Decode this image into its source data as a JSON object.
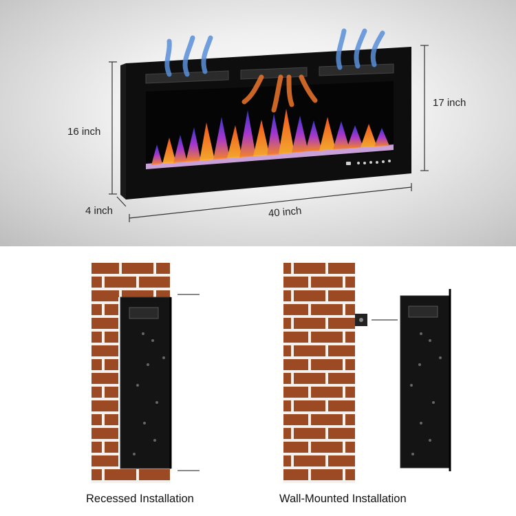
{
  "dimensions": {
    "height_left": "16 inch",
    "height_right": "17 inch",
    "depth": "4 inch",
    "width": "40 inch"
  },
  "captions": {
    "recessed": "Recessed Installation",
    "wall_mounted": "Wall-Mounted Installation"
  },
  "colors": {
    "brick": "#9b4a24",
    "mortar": "#f4f1ec",
    "fireplace_body": "#0e0e0e",
    "heat_arrow_blue": "#5a8fd8",
    "heat_arrow_orange": "#e0702a"
  },
  "icons": [
    "heat-arrow-icon",
    "control-panel-icon",
    "screw-icon",
    "bracket-icon"
  ]
}
